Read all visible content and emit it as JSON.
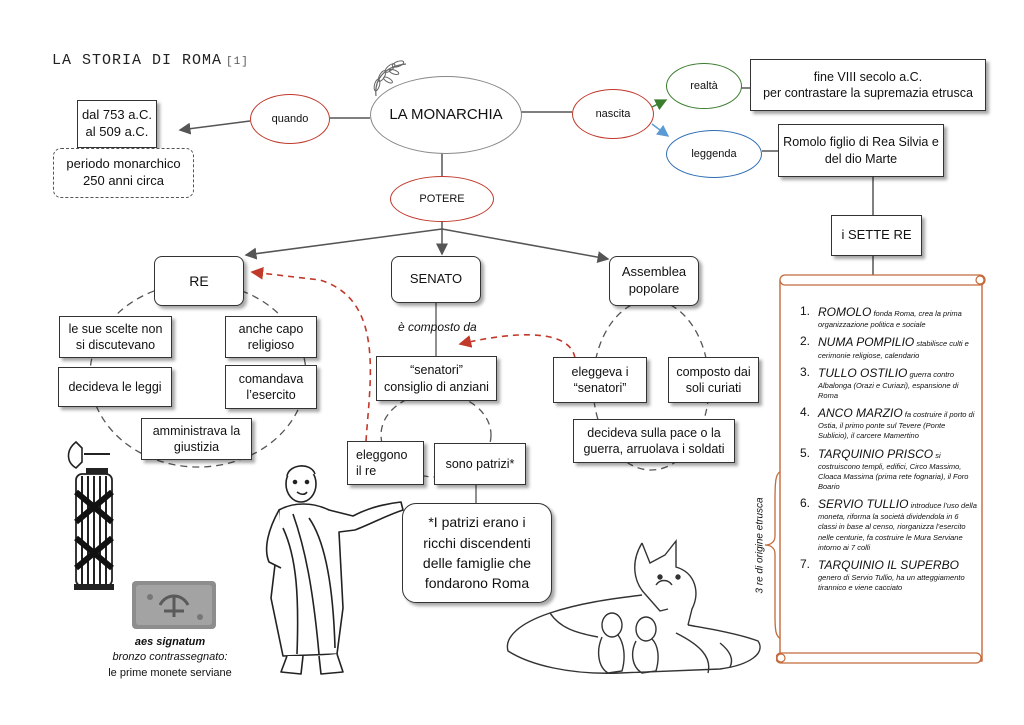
{
  "title": "LA STORIA DI ROMA",
  "title_suffix": "[1]",
  "center": "LA MONARCHIA",
  "ovals": {
    "quando": "quando",
    "nascita": "nascita",
    "realta": "realtà",
    "leggenda": "leggenda",
    "potere": "POTERE"
  },
  "dates": "dal 753 a.C.\nal 509 a.C.",
  "periodo": "periodo monarchico\n250 anni circa",
  "realta_box": "fine VIII secolo a.C.\nper contrastare la supremazia etrusca",
  "leggenda_box": "Romolo figlio di Rea Silvia e\ndel dio Marte",
  "sette_re": "i SETTE RE",
  "re": {
    "label": "RE",
    "items": {
      "scelte": "le sue scelte non\nsi discutevano",
      "religioso": "anche capo\nreligioso",
      "leggi": "decideva le leggi",
      "esercito": "comandava\nl’esercito",
      "giustizia": "amministrava la\ngiustizia"
    }
  },
  "senato": {
    "label": "SENATO",
    "composto": "è composto da",
    "senatori": "“senatori”\nconsiglio di anziani",
    "eleggono": "eleggono\nil re",
    "patrizi": "sono patrizi*",
    "nota": "*I patrizi erano i\nricchi discendenti\ndelle famiglie che\nfondarono Roma"
  },
  "assemblea": {
    "label": "Assemblea\npopolare",
    "eleggeva": "eleggeva i\n“senatori”",
    "curiati": "composto dai\nsoli  curiati",
    "pace": "decideva sulla pace o la\nguerra, arruolava i soldati"
  },
  "aes": {
    "title": "aes signatum",
    "line1": "bronzo contrassegnato:",
    "line2": "le prime monete serviane"
  },
  "etrusca_label": "3 re di origine etrusca",
  "kings": [
    {
      "num": "1.",
      "name": "ROMOLO",
      "desc": "fonda Roma, crea la prima organizzazione politica e sociale"
    },
    {
      "num": "2.",
      "name": "NUMA POMPILIO",
      "desc": "stabilisce culti e cerimonie religiose, calendario"
    },
    {
      "num": "3.",
      "name": "TULLO OSTILIO",
      "desc": "guerra contro Albalonga (Orazi  e Curiazi), espansione di Roma"
    },
    {
      "num": "4.",
      "name": "ANCO MARZIO",
      "desc": "fa costruire il porto di Ostia, il primo ponte sul Tevere (Ponte Sublicio), il carcere Mamertino"
    },
    {
      "num": "5.",
      "name": "TARQUINIO PRISCO",
      "desc": "si costruiscono templi, edifici, Circo Massimo, Cloaca Massima (prima rete fognaria), il Foro Boario"
    },
    {
      "num": "6.",
      "name": "SERVIO TULLIO",
      "desc": "introduce l’uso della moneta, riforma la società dividendola in 6 classi in base al censo, riorganizza l’esercito nelle centurie, fa costruire le Mura Serviane intorno ai 7 colli"
    },
    {
      "num": "7.",
      "name": "TARQUINIO IL SUPERBO",
      "desc": "genero di Servio Tullio, ha un atteggiamento tirannico e viene cacciato"
    }
  ]
}
